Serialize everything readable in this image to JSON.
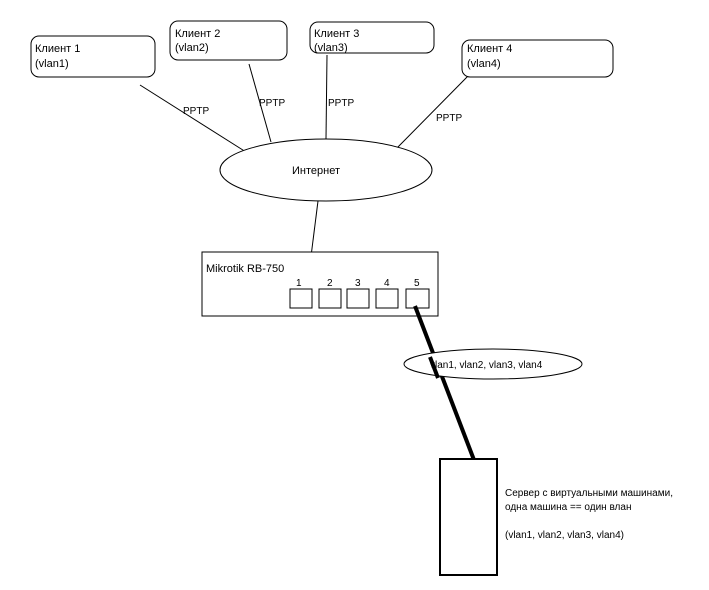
{
  "clients": [
    {
      "name": "Клиент 1",
      "vlan": "(vlan1)",
      "link": "PPTP"
    },
    {
      "name": "Клиент 2",
      "vlan": "(vlan2)",
      "link": "PPTP"
    },
    {
      "name": "Клиент 3",
      "vlan": "(vlan3)",
      "link": "PPTP"
    },
    {
      "name": "Клиент 4",
      "vlan": "(vlan4)",
      "link": "PPTP"
    }
  ],
  "internet": {
    "label": "Интернет"
  },
  "router": {
    "label": "Mikrotik RB-750",
    "ports": [
      "1",
      "2",
      "3",
      "4",
      "5"
    ]
  },
  "trunk": {
    "label": "vlan1, vlan2, vlan3, vlan4"
  },
  "server": {
    "line1": "Сервер с виртуальными машинами,",
    "line2": "одна машина == один влан",
    "line3": "(vlan1, vlan2, vlan3, vlan4)"
  }
}
